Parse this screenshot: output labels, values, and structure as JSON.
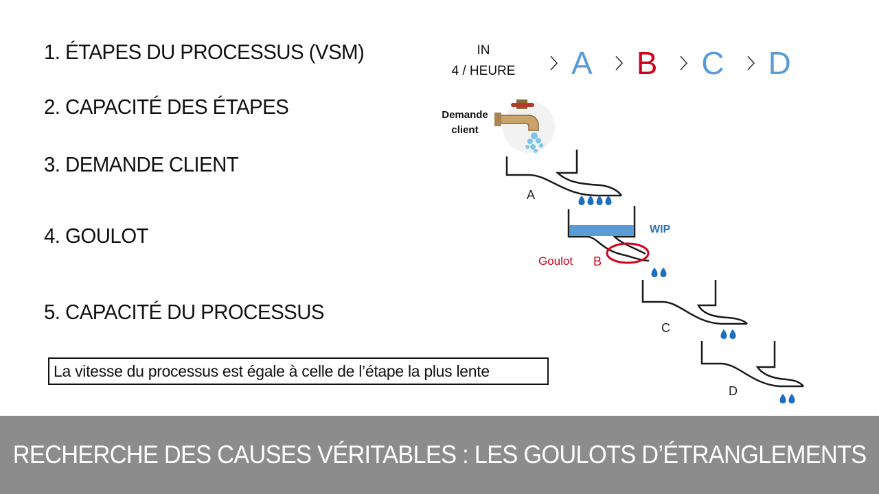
{
  "steps": [
    "1. ÉTAPES DU PROCESSUS (VSM)",
    "2. CAPACITÉ DES ÉTAPES",
    "3. DEMANDE CLIENT",
    "4. GOULOT",
    "5. CAPACITÉ DU PROCESSUS"
  ],
  "note": "La vitesse du processus est égale à celle de l’étape la plus lente",
  "footer": "RECHERCHE DES CAUSES VÉRITABLES : LES GOULOTS D’ÉTRANGLEMENTS",
  "input": {
    "line1": "IN",
    "line2": "4 / HEURE"
  },
  "chain": [
    {
      "letter": "A",
      "color": "#5b9bd5"
    },
    {
      "letter": "B",
      "color": "#d0021b"
    },
    {
      "letter": "C",
      "color": "#5b9bd5"
    },
    {
      "letter": "D",
      "color": "#5b9bd5"
    }
  ],
  "diagram": {
    "faucet_label_1": "Demande",
    "faucet_label_2": "client",
    "stage_a": "A",
    "stage_b": "B",
    "stage_c": "C",
    "stage_d": "D",
    "wip": "WIP",
    "goulot": "Goulot",
    "colors": {
      "water": "#1f6fbf",
      "wip": "#5b9bd5",
      "bottleneck": "#d0021b",
      "line": "#1a1a1a"
    }
  }
}
